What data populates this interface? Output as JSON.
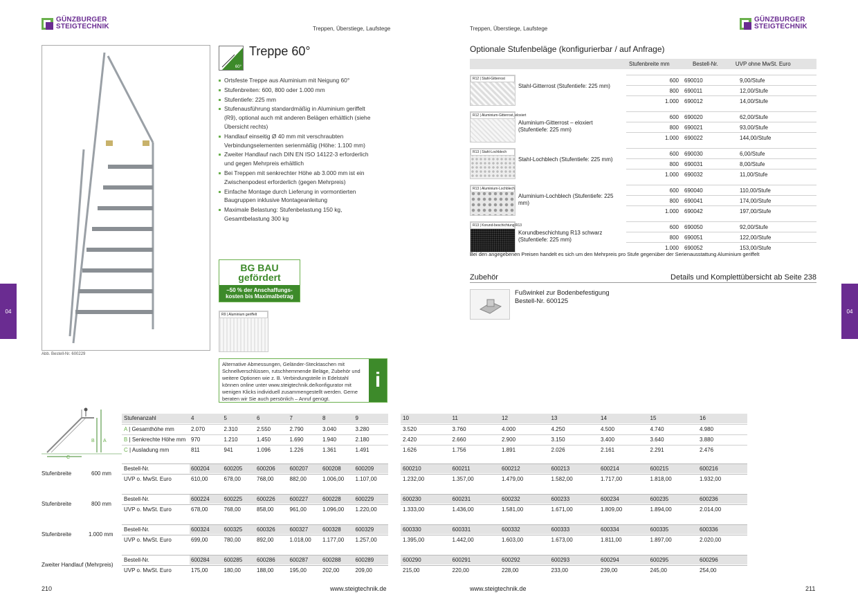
{
  "brand": {
    "line1": "GÜNZBURGER",
    "line2": "STEIGTECHNIK"
  },
  "runhead": "Treppen, Überstiege, Laufstege",
  "tab": "04",
  "left": {
    "title": "Treppe 60°",
    "icon_label": "60°",
    "bullets": [
      "Ortsfeste Treppe aus Aluminium mit Neigung 60°",
      "Stufenbreiten: 600, 800 oder 1.000 mm",
      "Stufentiefe: 225 mm",
      "Stufenausführung standardmäßig in Aluminium geriffelt (R9), optional auch mit anderen Belägen erhältlich (siehe Übersicht rechts)",
      "Handlauf einseitig Ø 40 mm mit verschraubten Verbindungselementen serienmäßig (Höhe: 1.100 mm)",
      "Zweiter Handlauf nach DIN EN ISO 14122-3 erforderlich und gegen Mehrpreis erhältlich",
      "Bei Treppen mit senkrechter Höhe ab 3.000 mm ist ein Zwischenpodest erforderlich (gegen Mehrpreis)",
      "Einfache Montage durch Lieferung in vormontierten Baugruppen inklusive Montageanleitung",
      "Maximale Belastung: Stufenbelastung 150 kg, Gesamtbelastung 300 kg"
    ],
    "bgbau_top": "BG BAU gefördert",
    "bgbau_bottom": "–50 % der Anschaffungs-kosten bis Maximalbetrag",
    "swatch_label": "R9 | Aluminium geriffelt",
    "photo_caption": "Abb. Bestell-Nr. 600229",
    "info_text": "Alternative Abmessungen, Geländer-Stecktaschen mit Schnellverschlüssen, rutschhemmende Beläge, Zubehör und weitere Optionen wie z. B. Verbindungsteile in Edelstahl können online unter www.steigtechnik.de/konfigurator mit wenigen Klicks individuell zusammengestellt werden. Gerne beraten wir Sie auch persönlich – Anruf genügt.",
    "info_icon": "i",
    "page": "210",
    "url": "www.steigtechnik.de"
  },
  "right": {
    "heading": "Optionale Stufenbeläge (konfigurierbar / auf Anfrage)",
    "col_heads": [
      "Stufenbreite mm",
      "Bestell-Nr.",
      "UVP ohne MwSt. Euro"
    ],
    "groups": [
      {
        "swatch": "R12 | Stahl-Gitterrost",
        "name": "Stahl-Gitterrost (Stufentiefe: 225 mm)",
        "rows": [
          [
            "600",
            "690010",
            "9,00/Stufe"
          ],
          [
            "800",
            "690011",
            "12,00/Stufe"
          ],
          [
            "1.000",
            "690012",
            "14,00/Stufe"
          ]
        ]
      },
      {
        "swatch": "R12 | Aluminium-Gitterrost, eloxiert",
        "name": "Aluminium-Gitterrost – eloxiert (Stufentiefe: 225 mm)",
        "rows": [
          [
            "600",
            "690020",
            "62,00/Stufe"
          ],
          [
            "800",
            "690021",
            "93,00/Stufe"
          ],
          [
            "1.000",
            "690022",
            "144,00/Stufe"
          ]
        ]
      },
      {
        "swatch": "R13 | Stahl-Lochblech",
        "name": "Stahl-Lochblech (Stufentiefe: 225 mm)",
        "rows": [
          [
            "600",
            "690030",
            "6,00/Stufe"
          ],
          [
            "800",
            "690031",
            "8,00/Stufe"
          ],
          [
            "1.000",
            "690032",
            "11,00/Stufe"
          ]
        ]
      },
      {
        "swatch": "R13 | Aluminium-Lochblech",
        "name": "Aluminium-Lochblech (Stufentiefe: 225 mm)",
        "rows": [
          [
            "600",
            "690040",
            "110,00/Stufe"
          ],
          [
            "800",
            "690041",
            "174,00/Stufe"
          ],
          [
            "1.000",
            "690042",
            "197,00/Stufe"
          ]
        ]
      },
      {
        "swatch": "R13 | Korund-beschichtung R13",
        "name": "Korundbeschichtung R13 schwarz (Stufentiefe: 225 mm)",
        "rows": [
          [
            "600",
            "690050",
            "92,00/Stufe"
          ],
          [
            "800",
            "690051",
            "122,00/Stufe"
          ],
          [
            "1.000",
            "690052",
            "153,00/Stufe"
          ]
        ]
      }
    ],
    "note": "Bei den angegebenen Preisen handelt es sich um den Mehrpreis pro Stufe gegenüber der Serienausstattung Aluminium geriffelt",
    "zubehoer": "Zubehör",
    "zubehoer_right": "Details und Komplettübersicht ab Seite 238",
    "acc_name": "Fußwinkel zur Bodenbefestigung",
    "acc_nr": "Bestell-Nr. 600125",
    "page": "211",
    "url": "www.steigtechnik.de"
  },
  "table": {
    "dims": [
      {
        "label": "Stufenanzahl",
        "letter": ""
      },
      {
        "label": "Gesamthöhe mm",
        "letter": "A"
      },
      {
        "label": "Senkrechte Höhe mm",
        "letter": "B"
      },
      {
        "label": "Ausladung mm",
        "letter": "C"
      }
    ],
    "diag_labels": [
      "A",
      "B",
      "C"
    ],
    "left_cols": [
      [
        "4",
        "2.070",
        "970",
        "811"
      ],
      [
        "5",
        "2.310",
        "1.210",
        "941"
      ],
      [
        "6",
        "2.550",
        "1.450",
        "1.096"
      ],
      [
        "7",
        "2.790",
        "1.690",
        "1.226"
      ],
      [
        "8",
        "3.040",
        "1.940",
        "1.361"
      ],
      [
        "9",
        "3.280",
        "2.180",
        "1.491"
      ]
    ],
    "right_cols": [
      [
        "10",
        "3.520",
        "2.420",
        "1.626"
      ],
      [
        "11",
        "3.760",
        "2.660",
        "1.756"
      ],
      [
        "12",
        "4.000",
        "2.900",
        "1.891"
      ],
      [
        "13",
        "4.250",
        "3.150",
        "2.026"
      ],
      [
        "14",
        "4.500",
        "3.400",
        "2.161"
      ],
      [
        "15",
        "4.740",
        "3.640",
        "2.291"
      ],
      [
        "16",
        "4.980",
        "3.880",
        "2.476"
      ]
    ],
    "blocks": [
      {
        "name": "Stufenbreite",
        "size": "600 mm",
        "nr_label": "Bestell-Nr.",
        "uvp_label": "UVP o. MwSt. Euro",
        "nrs": [
          "600204",
          "600205",
          "600206",
          "600207",
          "600208",
          "600209",
          "600210",
          "600211",
          "600212",
          "600213",
          "600214",
          "600215",
          "600216"
        ],
        "uvps": [
          "610,00",
          "678,00",
          "768,00",
          "882,00",
          "1.006,00",
          "1.107,00",
          "1.232,00",
          "1.357,00",
          "1.479,00",
          "1.582,00",
          "1.717,00",
          "1.818,00",
          "1.932,00"
        ]
      },
      {
        "name": "Stufenbreite",
        "size": "800 mm",
        "nr_label": "Bestell-Nr.",
        "uvp_label": "UVP o. MwSt. Euro",
        "nrs": [
          "600224",
          "600225",
          "600226",
          "600227",
          "600228",
          "600229",
          "600230",
          "600231",
          "600232",
          "600233",
          "600234",
          "600235",
          "600236"
        ],
        "uvps": [
          "678,00",
          "768,00",
          "858,00",
          "961,00",
          "1.096,00",
          "1.220,00",
          "1.333,00",
          "1.436,00",
          "1.581,00",
          "1.671,00",
          "1.809,00",
          "1.894,00",
          "2.014,00"
        ]
      },
      {
        "name": "Stufenbreite",
        "size": "1.000 mm",
        "nr_label": "Bestell-Nr.",
        "uvp_label": "UVP o. MwSt. Euro",
        "nrs": [
          "600324",
          "600325",
          "600326",
          "600327",
          "600328",
          "600329",
          "600330",
          "600331",
          "600332",
          "600333",
          "600334",
          "600335",
          "600336"
        ],
        "uvps": [
          "699,00",
          "780,00",
          "892,00",
          "1.018,00",
          "1.177,00",
          "1.257,00",
          "1.395,00",
          "1.442,00",
          "1.603,00",
          "1.673,00",
          "1.811,00",
          "1.897,00",
          "2.020,00"
        ]
      },
      {
        "name": "Zweiter Handlauf (Mehrpreis)",
        "size": "",
        "nr_label": "Bestell-Nr.",
        "uvp_label": "UVP o. MwSt. Euro",
        "nrs": [
          "600284",
          "600285",
          "600286",
          "600287",
          "600288",
          "600289",
          "600290",
          "600291",
          "600292",
          "600293",
          "600294",
          "600295",
          "600296"
        ],
        "uvps": [
          "175,00",
          "180,00",
          "188,00",
          "195,00",
          "202,00",
          "209,00",
          "215,00",
          "220,00",
          "228,00",
          "233,00",
          "239,00",
          "245,00",
          "254,00"
        ]
      }
    ]
  },
  "colors": {
    "brand_purple": "#6a2c91",
    "brand_green": "#6ab04c",
    "dark_green": "#3d8a2a"
  }
}
